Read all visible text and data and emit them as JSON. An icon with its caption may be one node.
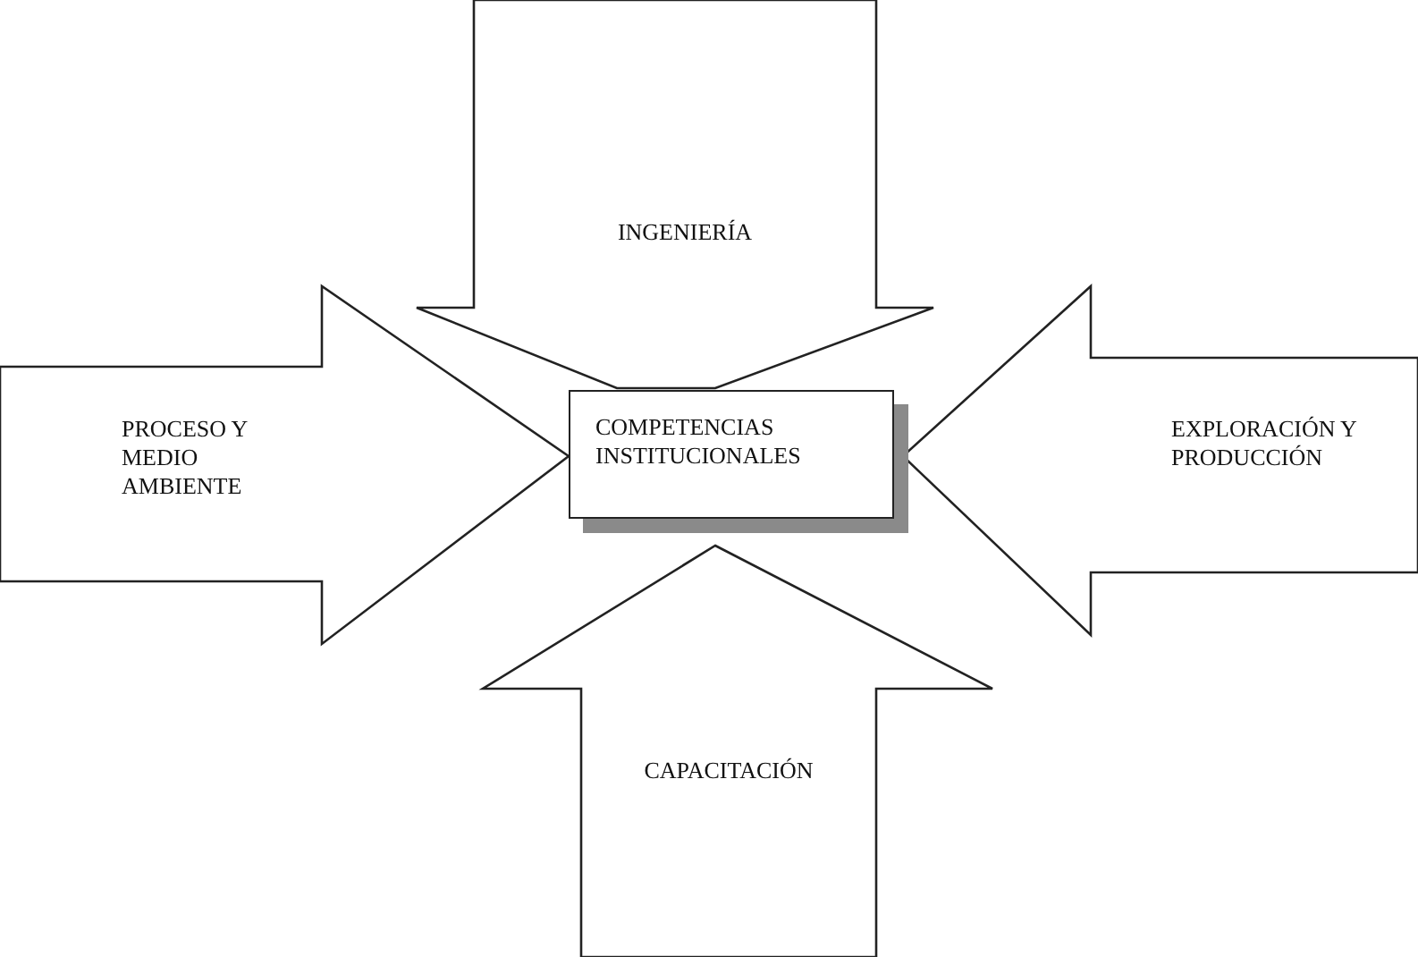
{
  "diagram": {
    "nodes": [
      {
        "text": [
          "INGENIERÍA"
        ]
      },
      {
        "text": [
          "PROCESO Y MEDIO AMBIENTE"
        ]
      },
      {
        "text": [
          "COMPETENCIAS INSTITUCIONALES"
        ]
      },
      {
        "text": [
          "EXPLORACIÓN Y PRODUCCIÓN"
        ]
      },
      {
        "text": [
          "CAPACITACIÓN"
        ]
      }
    ]
  }
}
